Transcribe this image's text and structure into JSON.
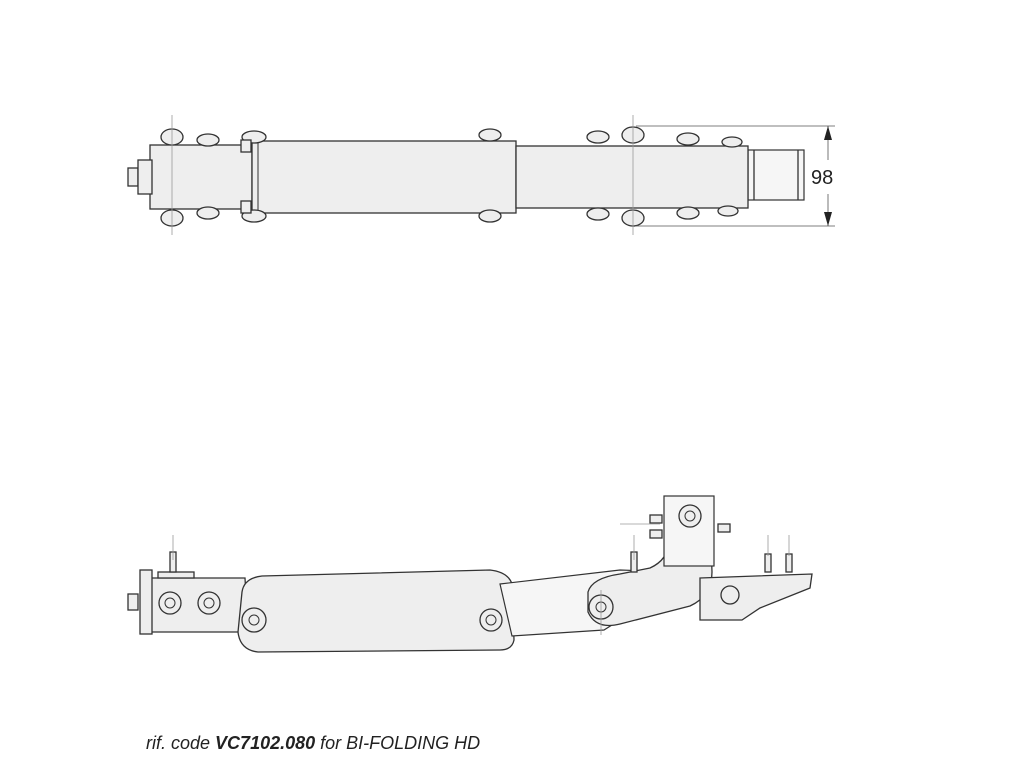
{
  "top_view": {
    "dimension_label": "98"
  },
  "caption": {
    "prefix": "rif. code",
    "code": "VC7102.080",
    "suffix": "for BI-FOLDING HD"
  }
}
